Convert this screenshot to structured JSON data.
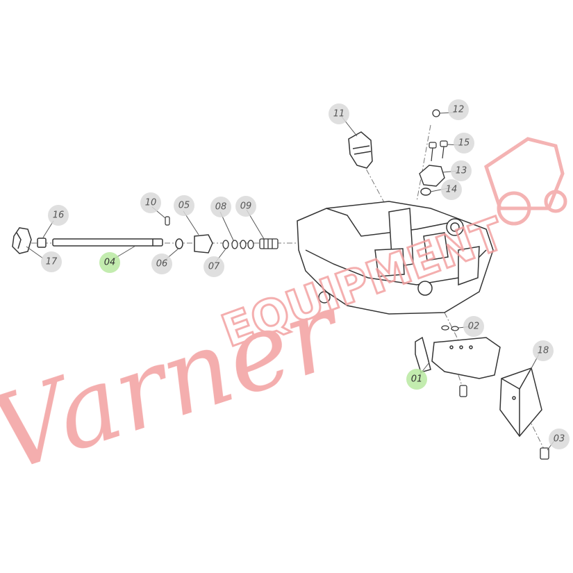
{
  "watermark": {
    "text": "VarnerEQUIPMENT",
    "color": "#f3a3a3"
  },
  "colors": {
    "line": "#333333",
    "bubble": "#d9d9d9",
    "bubble_highlight": "#b9e9a1"
  },
  "callouts": [
    {
      "id": "01",
      "label": "01",
      "highlight": true
    },
    {
      "id": "02",
      "label": "02",
      "highlight": false
    },
    {
      "id": "03",
      "label": "03",
      "highlight": false
    },
    {
      "id": "04",
      "label": "04",
      "highlight": true
    },
    {
      "id": "05",
      "label": "05",
      "highlight": false
    },
    {
      "id": "06",
      "label": "06",
      "highlight": false
    },
    {
      "id": "07",
      "label": "07",
      "highlight": false
    },
    {
      "id": "08",
      "label": "08",
      "highlight": false
    },
    {
      "id": "09",
      "label": "09",
      "highlight": false
    },
    {
      "id": "10",
      "label": "10",
      "highlight": false
    },
    {
      "id": "11",
      "label": "11",
      "highlight": false
    },
    {
      "id": "12",
      "label": "12",
      "highlight": false
    },
    {
      "id": "13",
      "label": "13",
      "highlight": false
    },
    {
      "id": "14",
      "label": "14",
      "highlight": false
    },
    {
      "id": "15",
      "label": "15",
      "highlight": false
    },
    {
      "id": "16",
      "label": "16",
      "highlight": false
    },
    {
      "id": "17",
      "label": "17",
      "highlight": false
    },
    {
      "id": "18",
      "label": "18",
      "highlight": false
    }
  ]
}
